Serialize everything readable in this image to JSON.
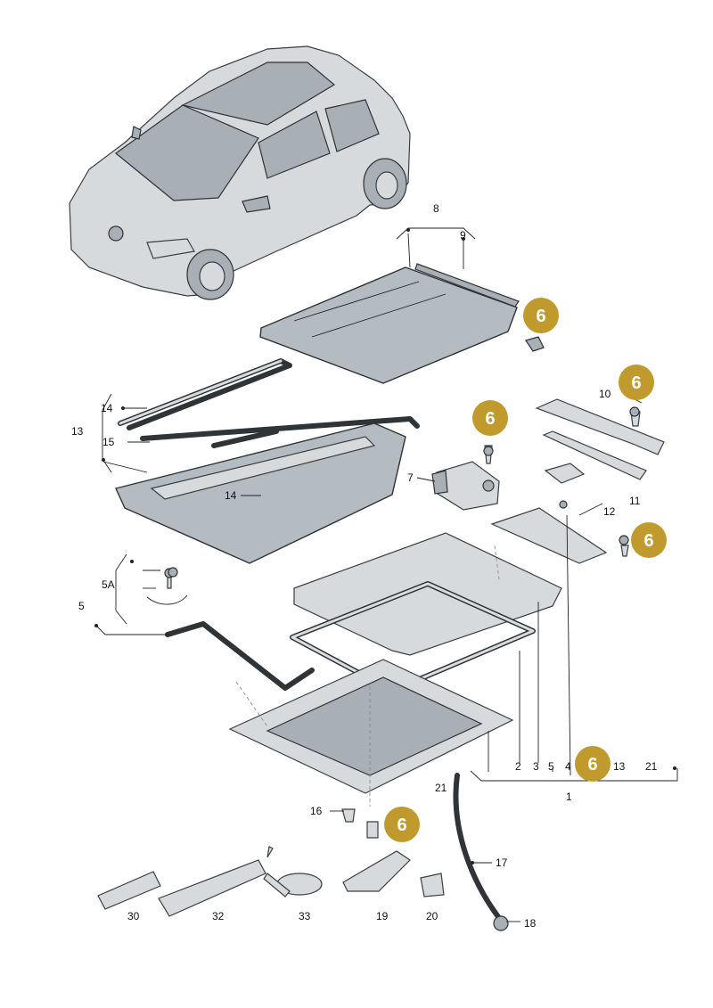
{
  "callouts": {
    "c1": "1",
    "c2": "2",
    "c3": "3",
    "c4": "4",
    "c5": "5",
    "c5a": "5A",
    "c6": "6",
    "c7": "7",
    "c8": "8",
    "c9": "9",
    "c10": "10",
    "c11": "11",
    "c12": "12",
    "c13": "13",
    "c14": "14",
    "c15": "15",
    "c16": "16",
    "c17": "17",
    "c18": "18",
    "c19": "19",
    "c20": "20",
    "c21": "21",
    "c30": "30",
    "c32": "32",
    "c33": "33"
  },
  "highlight": {
    "label": "6",
    "color": "#c19a2e"
  },
  "colors": {
    "part": "#d6dadd",
    "outline": "#2e3338",
    "glass": "#b4bcc1"
  }
}
